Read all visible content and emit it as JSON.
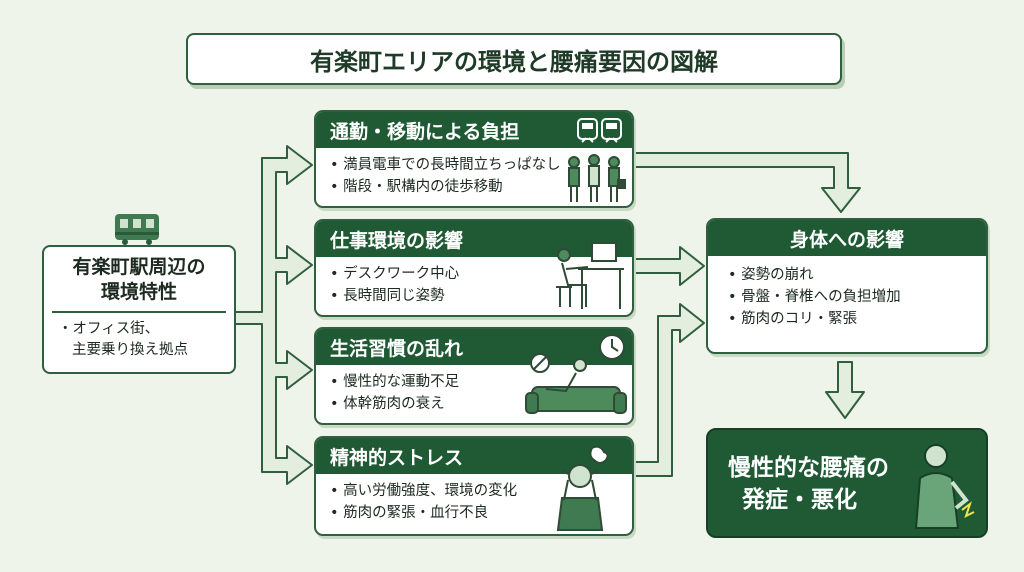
{
  "title": "有楽町エリアの環境と腰痛要因の図解",
  "source": {
    "title_line1": "有楽町駅周辺の",
    "title_line2": "環境特性",
    "bullet_line1": "・オフィス街、",
    "bullet_line2": "主要乗り換え拠点"
  },
  "factors": [
    {
      "title": "通勤・移動による負担",
      "items": [
        "満員電車での長時間立ちっぱなし",
        "階段・駅構内の徒歩移動"
      ]
    },
    {
      "title": "仕事環境の影響",
      "items": [
        "デスクワーク中心",
        "長時間同じ姿勢"
      ]
    },
    {
      "title": "生活習慣の乱れ",
      "items": [
        "慢性的な運動不足",
        "体幹筋肉の衰え"
      ]
    },
    {
      "title": "精神的ストレス",
      "items": [
        "高い労働強度、環境の変化",
        "筋肉の緊張・血行不良"
      ]
    }
  ],
  "body_effects": {
    "title": "身体への影響",
    "items": [
      "姿勢の崩れ",
      "骨盤・脊椎への負担増加",
      "筋肉のコリ・緊張"
    ]
  },
  "result": {
    "line1": "慢性的な腰痛の",
    "line2": "発症・悪化"
  },
  "colors": {
    "dark_green": "#1f5a35",
    "background": "#eef4ea",
    "arrow_fill": "#e3eedf"
  }
}
